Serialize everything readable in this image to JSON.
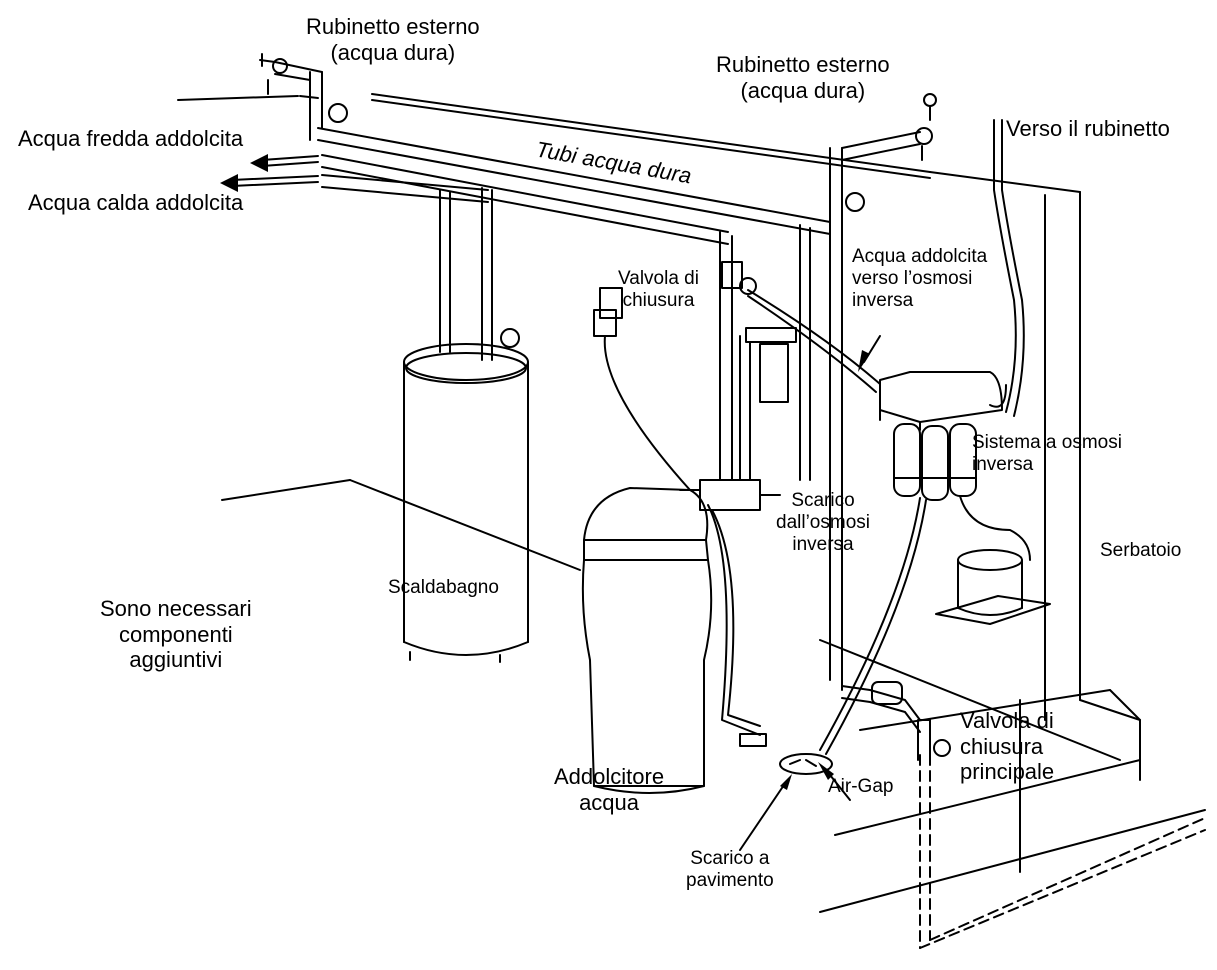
{
  "labels": {
    "tap_left": "Rubinetto esterno\n(acqua dura)",
    "tap_right": "Rubinetto esterno\n(acqua dura)",
    "cold_soft": "Acqua fredda addolcita",
    "hot_soft": "Acqua calda addolcita",
    "hard_pipes": "Tubi acqua dura",
    "to_faucet": "Verso il rubinetto",
    "shutoff": "Valvola di\nchiusura",
    "soft_to_ro": "Acqua addolcita\nverso l’osmosi\ninversa",
    "ro_system": "Sistema a osmosi\ninversa",
    "ro_drain": "Scarico\ndall’osmosi\ninversa",
    "tank": "Serbatoio",
    "heater": "Scaldabagno",
    "extra": "Sono necessari\ncomponenti\naggiuntivi",
    "softener": "Addolcitore\nacqua",
    "floor_drain": "Scarico a\npavimento",
    "air_gap": "Air-Gap",
    "main_valve": "Valvola di\nchiusura\nprincipale"
  },
  "colors": {
    "line": "#000000",
    "background": "#ffffff"
  }
}
